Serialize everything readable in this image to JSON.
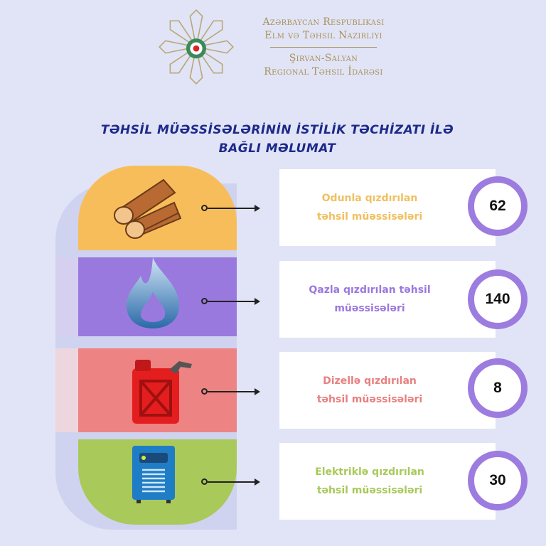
{
  "header": {
    "org_line1": "Azərbaycan Respublikası",
    "org_line2": "Elm və Təhsil Nazirliyi",
    "org_line3": "Şirvan-Salyan",
    "org_line4": "Regional Təhsil İdarəsi"
  },
  "title_line1": "TƏHSİL MÜƏSSİSƏLƏRİNİN İSTİLİK TƏCHİZATI İLƏ",
  "title_line2": "BAĞLI MƏLUMAT",
  "items": [
    {
      "label": "Odunla qızdırılan təhsil müəssisələri",
      "value": "62",
      "icon": "firewood-icon",
      "color": "#f8bd5b",
      "text_color": "#f0c060"
    },
    {
      "label": "Qazla qızdırılan təhsil müəssisələri",
      "value": "140",
      "icon": "gas-flame-icon",
      "color": "#9a79de",
      "text_color": "#9a79de"
    },
    {
      "label": "Dizellə qızdırılan təhsil müəssisələri",
      "value": "8",
      "icon": "fuel-canister-icon",
      "color": "#ee8383",
      "text_color": "#e88080"
    },
    {
      "label": "Elektriklə qızdırılan təhsil müəssisələri",
      "value": "30",
      "icon": "electric-heater-icon",
      "color": "#a9c95a",
      "text_color": "#a9c95a"
    }
  ]
}
